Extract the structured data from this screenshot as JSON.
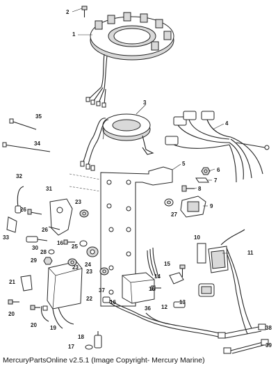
{
  "caption": "MercuryPartsOnline v2.5.1 (Image Copyright- Mercury Marine)",
  "callouts": [
    "1",
    "2",
    "3",
    "4",
    "5",
    "6",
    "7",
    "8",
    "9",
    "10",
    "11",
    "12",
    "13",
    "14",
    "15",
    "16",
    "16",
    "16",
    "17",
    "18",
    "19",
    "20",
    "20",
    "21",
    "22",
    "23",
    "23",
    "23",
    "24",
    "25",
    "26",
    "26",
    "27",
    "28",
    "29",
    "30",
    "31",
    "32",
    "33",
    "34",
    "35",
    "36",
    "37",
    "38",
    "39"
  ]
}
